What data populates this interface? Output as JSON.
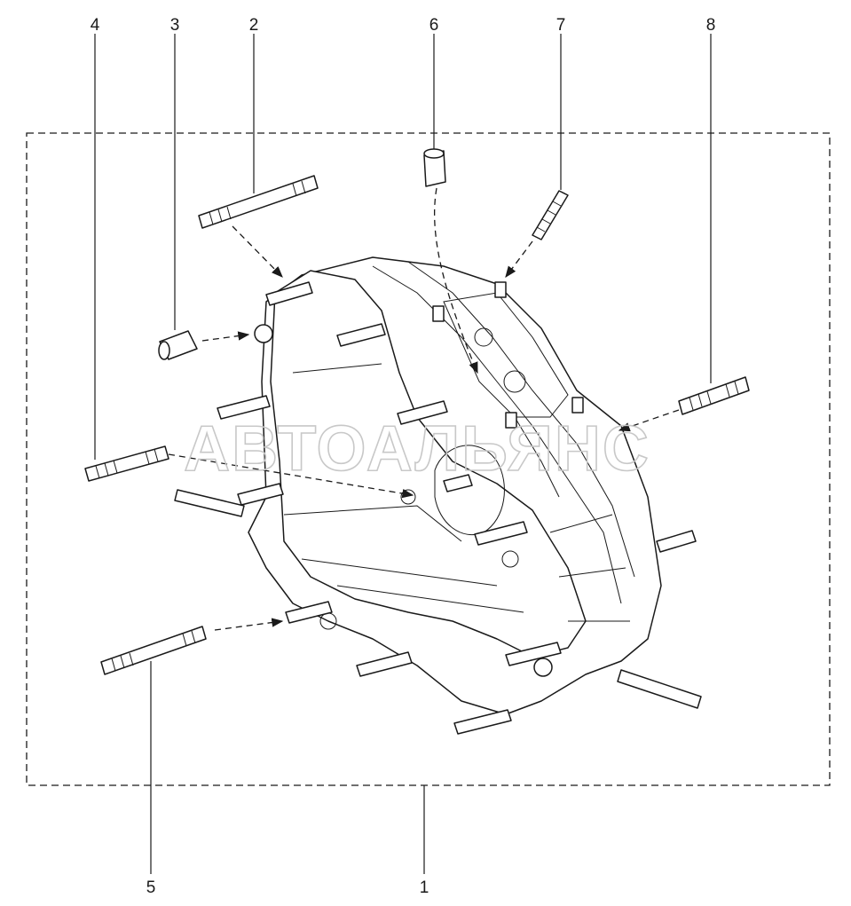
{
  "watermark": "АВТОАЛЬЯНС",
  "callouts": [
    {
      "id": "1",
      "label": "1"
    },
    {
      "id": "2",
      "label": "2"
    },
    {
      "id": "3",
      "label": "3"
    },
    {
      "id": "4",
      "label": "4"
    },
    {
      "id": "5",
      "label": "5"
    },
    {
      "id": "6",
      "label": "6"
    },
    {
      "id": "7",
      "label": "7"
    },
    {
      "id": "8",
      "label": "8"
    }
  ],
  "colors": {
    "ink": "#1a1a1a",
    "watermark": "#c8c8c8",
    "background": "#ffffff"
  }
}
